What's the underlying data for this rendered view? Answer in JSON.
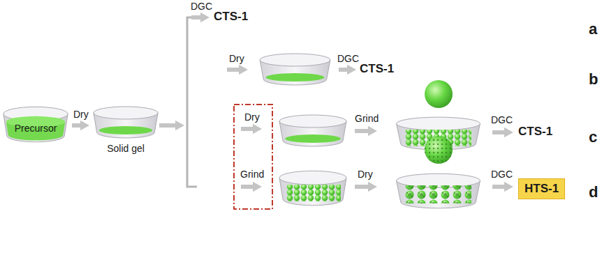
{
  "diagram": {
    "nodes": [
      {
        "text": [
          "Precursor"
        ]
      },
      {
        "text": [
          "Solid gel"
        ]
      },
      {
        "text": [
          "HTS-1"
        ]
      }
    ],
    "edges": [
      {
        "from": 0,
        "to": 1,
        "label": "Dry",
        "arrow": "to"
      }
    ],
    "labels": [
      "DGC",
      "CTS-1",
      "a",
      "Dry",
      "DGC",
      "CTS-1",
      "b",
      "Dry",
      "Grind",
      "DGC",
      "CTS-1",
      "c",
      "Grind",
      "Dry",
      "DGC",
      "d"
    ]
  }
}
